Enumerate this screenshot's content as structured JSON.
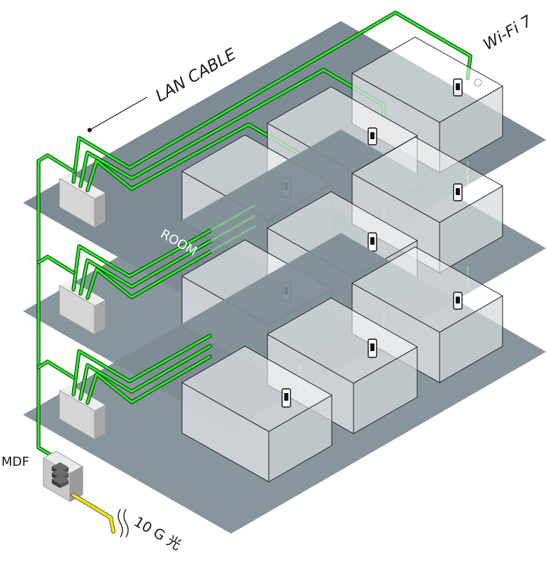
{
  "labels": {
    "lan_cable": "LAN CABLE",
    "wifi": "Wi-Fi 7",
    "room": "ROOM",
    "mdf": "MDF",
    "fiber": "10 G 光"
  },
  "colors": {
    "floor": "#7d8c94",
    "cable": "#2ee62e",
    "fiber": "#f3e600"
  }
}
